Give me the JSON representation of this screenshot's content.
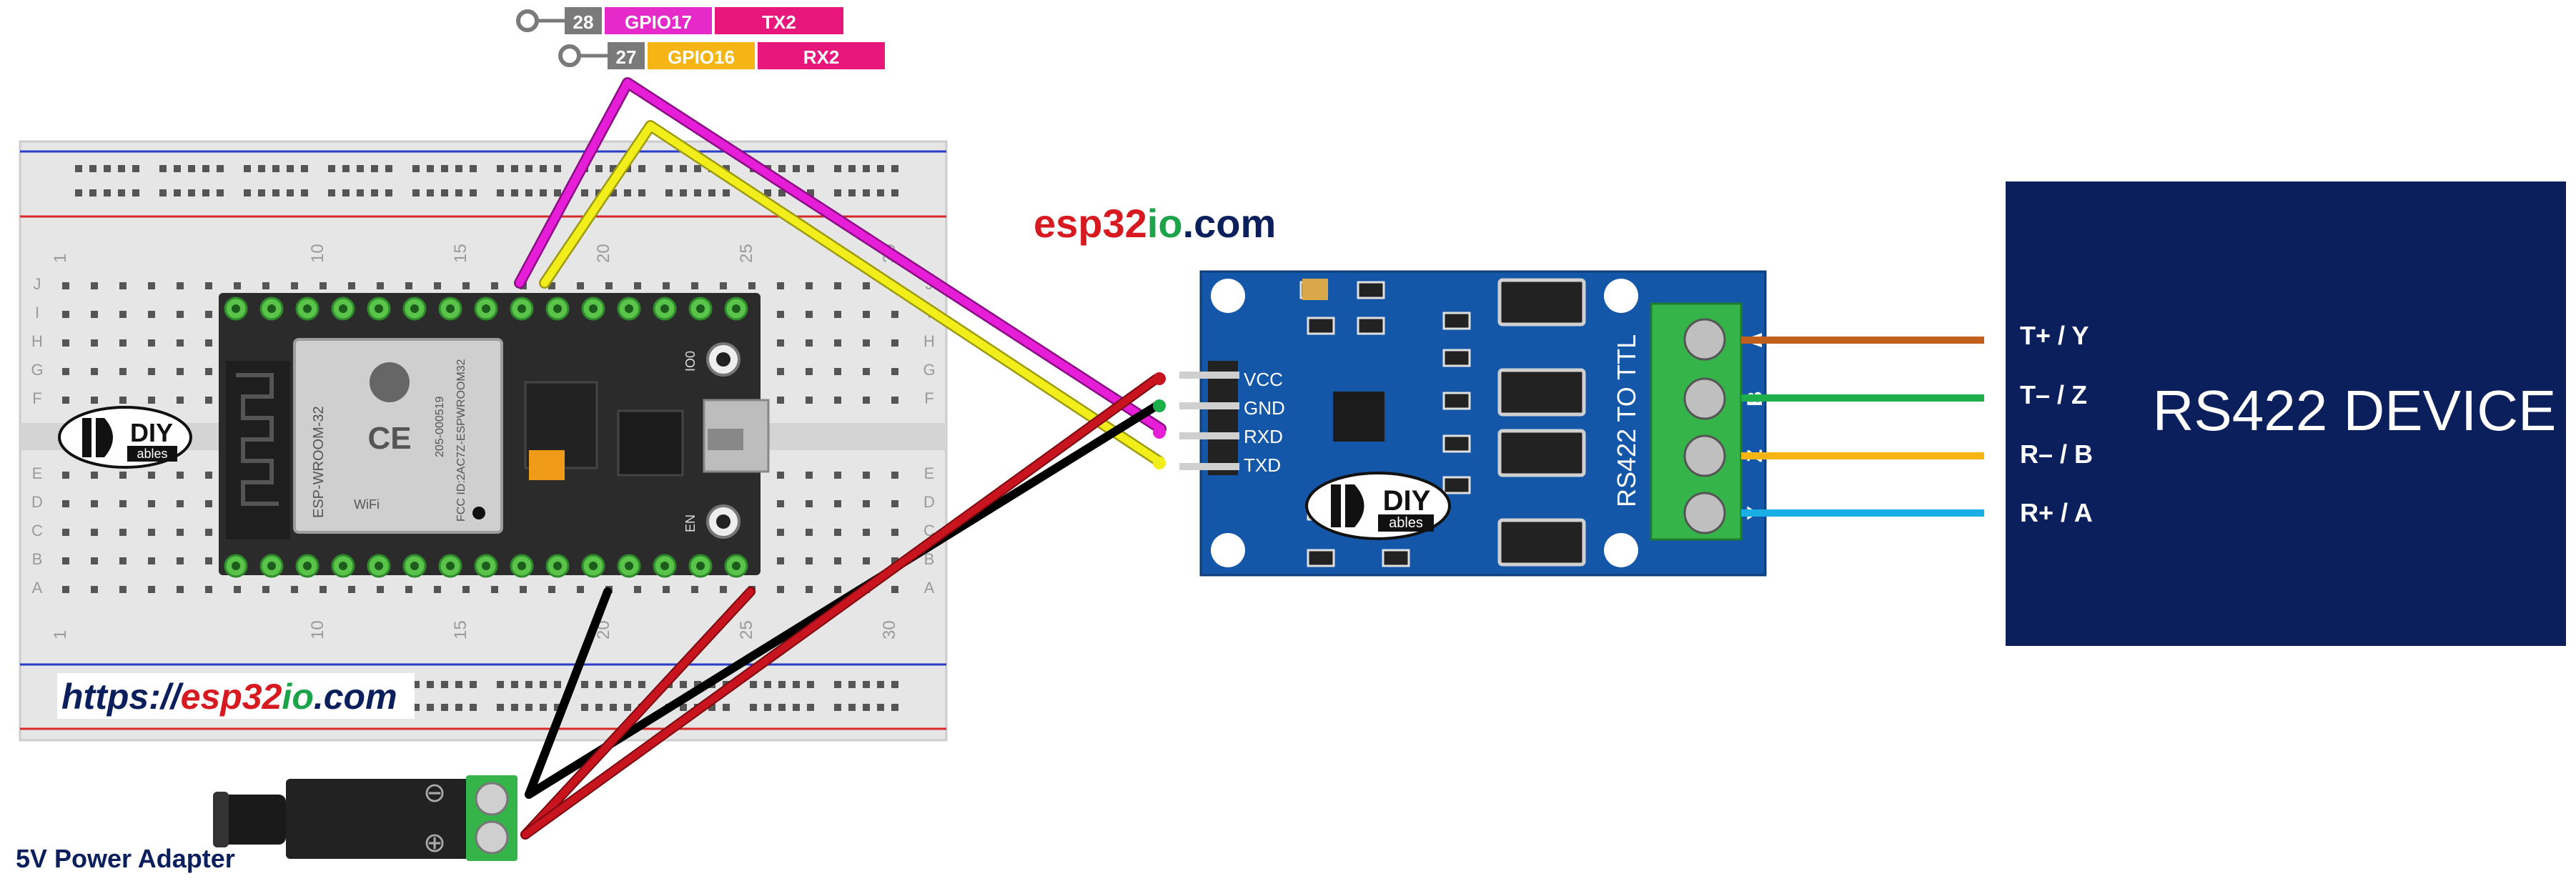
{
  "pin_labels": [
    {
      "pin": "28",
      "gpio": "GPIO17",
      "func": "TX2"
    },
    {
      "pin": "27",
      "gpio": "GPIO16",
      "func": "RX2"
    }
  ],
  "brand": {
    "esp": "esp32",
    "io": "io",
    "com": ".com"
  },
  "url": {
    "prefix": "https://",
    "esp": "esp32",
    "io": "io",
    "com": ".com"
  },
  "diy_logo": {
    "main": "DIY",
    "sub": "ables"
  },
  "breadboard": {
    "col_numbers": [
      "1",
      "10",
      "15",
      "20",
      "25",
      "30"
    ],
    "row_letters_top": [
      "J",
      "I",
      "H",
      "G",
      "F"
    ],
    "row_letters_bottom": [
      "E",
      "D",
      "C",
      "B",
      "A"
    ]
  },
  "esp32": {
    "module": "ESP-WROOM-32",
    "fcc": "FCC ID:2AC7Z-ESPWROOM32",
    "cert": "205-000519",
    "wifi": "WiFi",
    "io0": "IO0",
    "en": "EN"
  },
  "module": {
    "pins": [
      "VCC",
      "GND",
      "RXD",
      "TXD"
    ],
    "title": "RS422 TO TTL",
    "terminals": [
      "A",
      "B",
      "Z",
      "Y"
    ]
  },
  "device": {
    "title": "RS422 DEVICE",
    "pins": [
      "T+ / Y",
      "T– / Z",
      "R– / B",
      "R+ / A"
    ]
  },
  "power": {
    "label": "5V Power Adapter",
    "minus": "⊖",
    "plus": "⊕"
  },
  "colors": {
    "magenta": "#E61ED8",
    "yellow": "#F2EE1B",
    "brown": "#C0601C",
    "green": "#1DB04A",
    "orange": "#F5B515",
    "blue": "#1AAEE6",
    "red": "#C8141E",
    "black": "#1A1A1A",
    "device_bg": "#0A1F5C",
    "module_bg": "#1457A8",
    "pcb": "#2B2B2B",
    "terminal": "#35B44A",
    "gpio17": "#E629C9",
    "gpio16": "#F5B515",
    "func_bg": "#E8177B",
    "pin_bg": "#7A7A7A"
  }
}
